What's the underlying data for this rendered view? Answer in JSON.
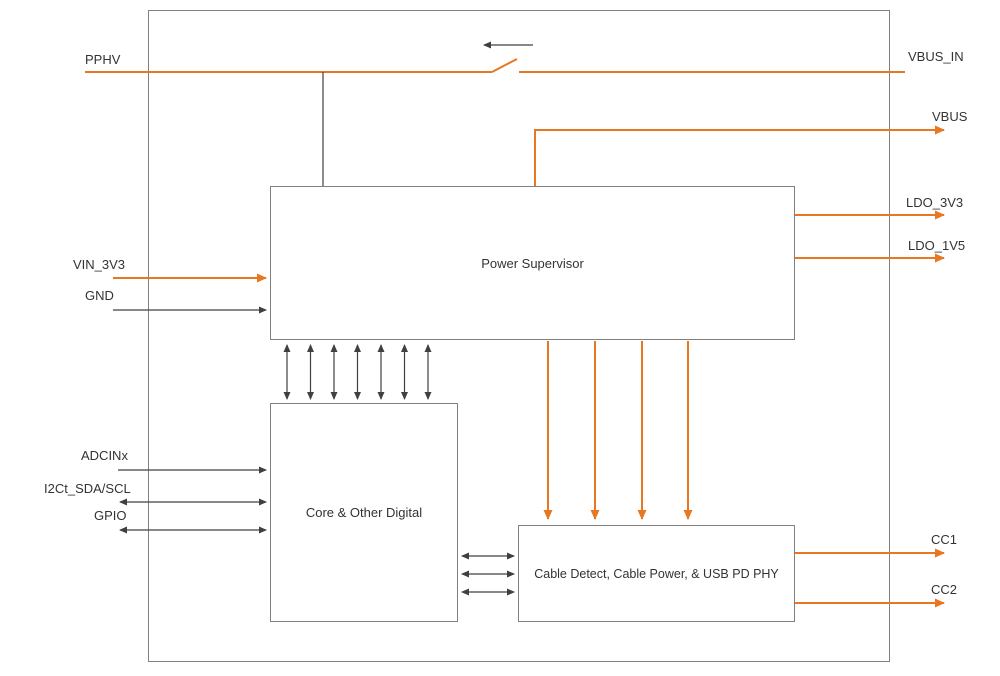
{
  "blocks": {
    "power_supervisor": "Power Supervisor",
    "core_digital": "Core & Other Digital",
    "cable_detect": "Cable Detect, Cable Power, & USB PD PHY"
  },
  "pins": {
    "pphv": "PPHV",
    "vbus_in": "VBUS_IN",
    "vbus": "VBUS",
    "ldo_3v3": "LDO_3V3",
    "ldo_1v5": "LDO_1V5",
    "vin_3v3": "VIN_3V3",
    "gnd": "GND",
    "adcinx": "ADCINx",
    "i2c": "I2Ct_SDA/SCL",
    "gpio": "GPIO",
    "cc1": "CC1",
    "cc2": "CC2"
  },
  "colors": {
    "accent_orange": "#E87722",
    "wire_dark": "#404040",
    "block_border": "#808080",
    "text": "#333333"
  }
}
